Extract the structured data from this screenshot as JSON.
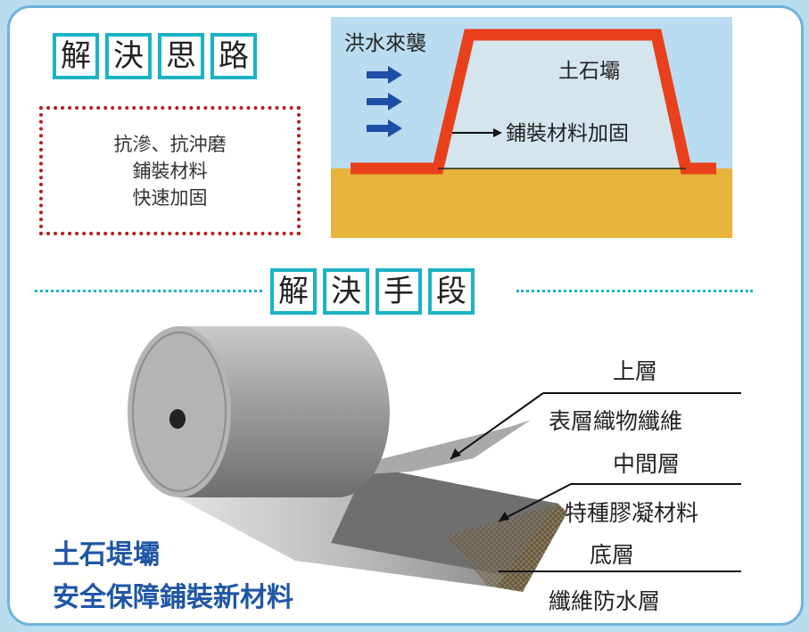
{
  "section1": {
    "chars": [
      "解",
      "決",
      "思",
      "路"
    ]
  },
  "approach": {
    "lines": [
      "抗滲、抗沖磨",
      "鋪裝材料",
      "快速加固"
    ]
  },
  "dike": {
    "flood_label": "洪水來襲",
    "dike_label": "土石壩",
    "paving_label": "鋪裝材料加固"
  },
  "section2": {
    "chars": [
      "解",
      "決",
      "手",
      "段"
    ]
  },
  "layers": [
    {
      "name": "上層",
      "desc": "表層織物纖維"
    },
    {
      "name": "中間層",
      "desc": "特種膠凝材料"
    },
    {
      "name": "底層",
      "desc": "纖維防水層"
    }
  ],
  "caption": {
    "line1": "土石堤壩",
    "line2": "安全保障鋪裝新材料"
  },
  "colors": {
    "accent_teal": "#1bb3c4",
    "border_blue": "#6fb3dd",
    "dotted_red": "#b21e22",
    "water": "#b9dcf0",
    "ground": "#e8b33a",
    "paving": "#e8401a",
    "arrow": "#1d4fa6",
    "caption": "#1f56a5"
  }
}
